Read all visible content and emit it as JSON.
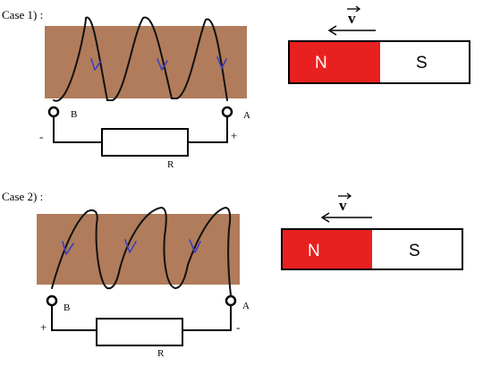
{
  "case1": {
    "label": "Case 1) :",
    "terminal_left": "B",
    "terminal_right": "A",
    "sign_left": "-",
    "sign_right": "+",
    "resistor": "R",
    "pole_north": "N",
    "pole_south": "S",
    "velocity": "v"
  },
  "case2": {
    "label": "Case 2) :",
    "terminal_left": "B",
    "terminal_right": "A",
    "sign_left": "+",
    "sign_right": "-",
    "resistor": "R",
    "pole_north": "N",
    "pole_south": "S",
    "velocity": "v"
  },
  "colors": {
    "core": "#b07c5c",
    "north": "#e8201f",
    "south": "#ffffff",
    "turn_arrow": "#3b3fbf"
  }
}
